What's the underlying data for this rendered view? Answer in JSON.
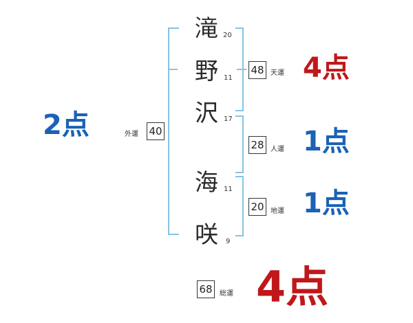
{
  "name_chars": [
    {
      "char": "滝",
      "strokes": "20"
    },
    {
      "char": "野",
      "strokes": "11"
    },
    {
      "char": "沢",
      "strokes": "17"
    },
    {
      "char": "海",
      "strokes": "11"
    },
    {
      "char": "咲",
      "strokes": "9"
    }
  ],
  "gaiun": {
    "value": "40",
    "label": "外運",
    "score": "2点"
  },
  "tenun": {
    "value": "48",
    "label": "天運",
    "score": "4点"
  },
  "jinun": {
    "value": "28",
    "label": "人運",
    "score": "1点"
  },
  "chiun": {
    "value": "20",
    "label": "地運",
    "score": "1点"
  },
  "souun": {
    "value": "68",
    "label": "総運",
    "score": "4点"
  },
  "colors": {
    "bracket": "#86c3e4",
    "blue": "#1a62b5",
    "red": "#c0171b"
  }
}
